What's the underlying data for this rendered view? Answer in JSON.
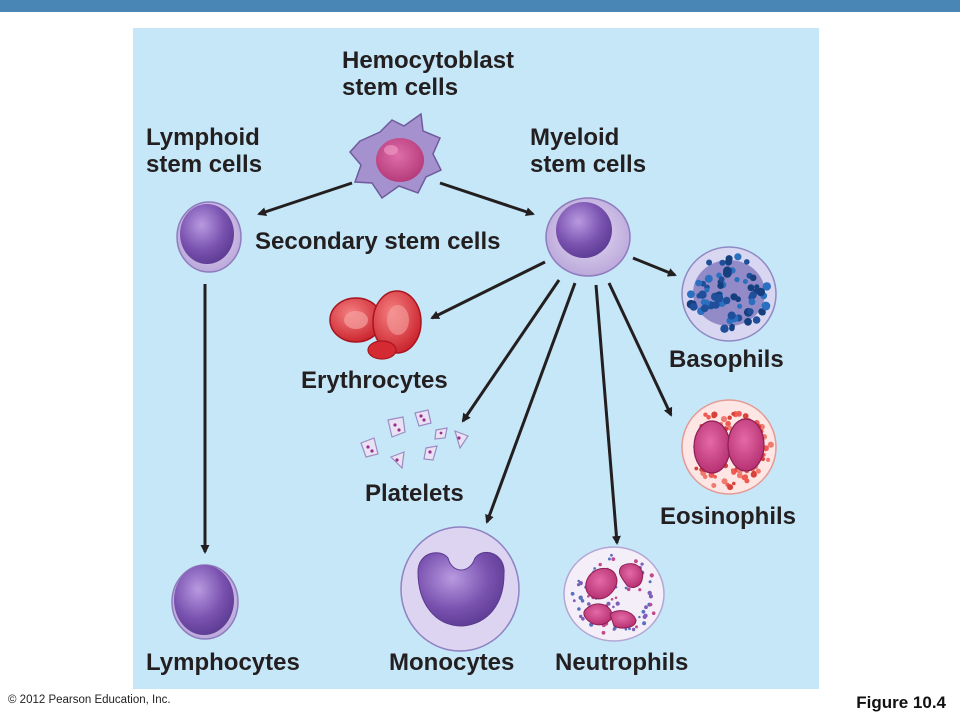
{
  "labels": {
    "hemocytoblast": [
      "Hemocytoblast",
      "stem cells"
    ],
    "lymphoid": [
      "Lymphoid",
      "stem cells"
    ],
    "myeloid": [
      "Myeloid",
      "stem cells"
    ],
    "secondary": "Secondary stem cells",
    "erythrocytes": "Erythrocytes",
    "platelets": "Platelets",
    "basophils": "Basophils",
    "eosinophils": "Eosinophils",
    "lymphocytes": "Lymphocytes",
    "monocytes": "Monocytes",
    "neutrophils": "Neutrophils"
  },
  "footer": {
    "copyright": "© 2012 Pearson Education, Inc.",
    "figure": "Figure 10.4"
  },
  "colors": {
    "top_bar": "#4a86b5",
    "panel": "#c6e7f8",
    "arrow": "#231f20",
    "cell_purple": "#8a62b8",
    "erythrocyte_red": "#e0303a",
    "eosinophil_granules": "#e8504a",
    "basophil_granules": "#2a5fa8"
  }
}
